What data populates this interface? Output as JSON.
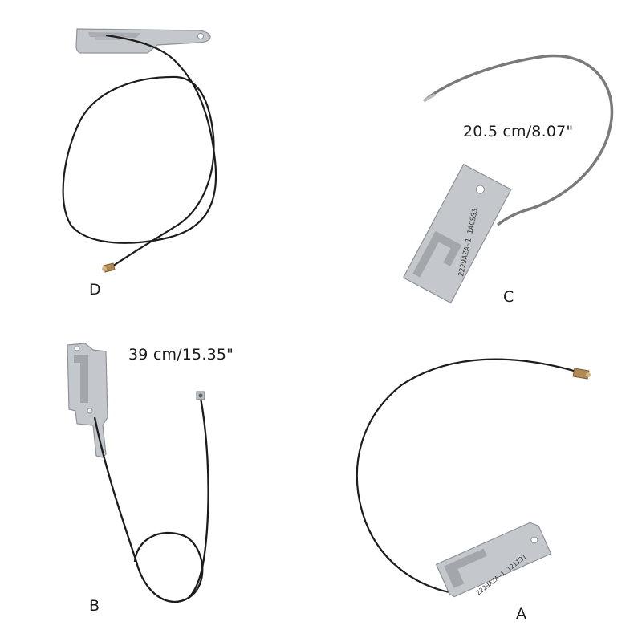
{
  "items": [
    {
      "letter": "D"
    },
    {
      "letter": "C",
      "length": "20.5 cm/8.07\"",
      "part_number": "2229AZA-1 1ACSS3"
    },
    {
      "letter": "B",
      "length": "39 cm/15.35\""
    },
    {
      "letter": "A",
      "part_number": "2229AZA-1 121131"
    }
  ],
  "colors": {
    "bracket": "#c4c8cc",
    "bracket_edge": "#8e9398",
    "cable_black": "#1c1c1c",
    "cable_gray": "#7a7a7a",
    "connector": "#b08a55"
  }
}
